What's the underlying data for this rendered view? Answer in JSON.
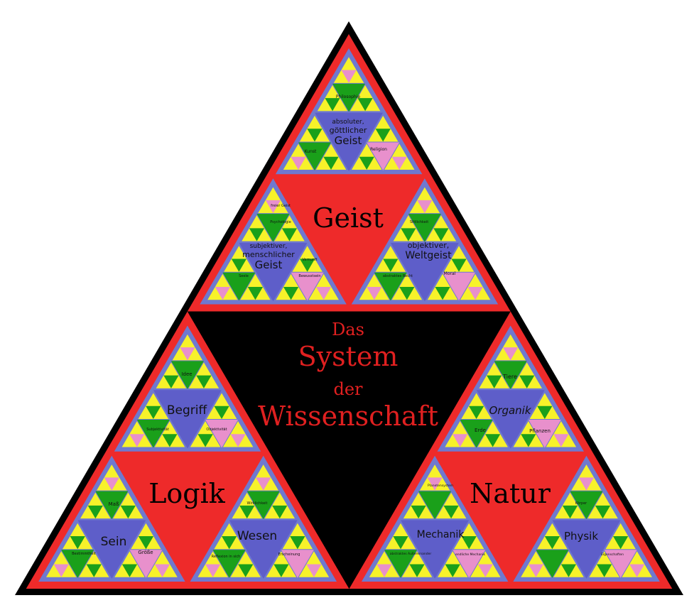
{
  "title": {
    "line1": "Das",
    "line2": "System",
    "line3": "der",
    "line4": "Wissenschaft",
    "color": "#e02020"
  },
  "sections": {
    "geist": {
      "label": "Geist",
      "top": {
        "text_lines": [
          "absoluter,",
          "göttlicher",
          "Geist"
        ],
        "children": [
          "Philosophie",
          "Kunst",
          "Religion"
        ]
      },
      "left": {
        "text_lines": [
          "subjektiver,",
          "menschlicher",
          "Geist"
        ],
        "children": [
          "freier Geist",
          "Psychologie",
          "Vernunft",
          "Seele",
          "Bewusstsein"
        ]
      },
      "right": {
        "text_lines": [
          "objektiver,",
          "Weltgeist"
        ],
        "children": [
          "Sittlichkeit",
          "abstraktes Recht",
          "Moral"
        ]
      }
    },
    "logik": {
      "label": "Logik",
      "top": {
        "text_lines": [
          "Begriff"
        ],
        "children": [
          "Idee",
          "Subjektivität",
          "Objektivität"
        ]
      },
      "left": {
        "text_lines": [
          "Sein"
        ],
        "children": [
          "Maß",
          "Bestimmtheit",
          "Größe"
        ]
      },
      "right": {
        "text_lines": [
          "Wesen"
        ],
        "children": [
          "Wirklichkeit",
          "Reflexion in sich",
          "Erscheinung"
        ]
      }
    },
    "natur": {
      "label": "Natur",
      "top": {
        "text_lines": [
          "Organik"
        ],
        "children": [
          "Tiere",
          "Erde",
          "Pflanzen"
        ]
      },
      "left": {
        "text_lines": [
          "Mechanik"
        ],
        "children": [
          "Planetensystem",
          "abstraktes Außereinander",
          "endliche Mechanik"
        ]
      },
      "right": {
        "text_lines": [
          "Physik"
        ],
        "children": [
          "Körper",
          "Eigenschaften"
        ]
      }
    }
  },
  "colors": {
    "outer": "#000000",
    "section": "#ee2a2a",
    "blue_border": "#6f79cf",
    "level_center": "#5e5ec9",
    "green": "#1aa01a",
    "yellow": "#f7f22a",
    "pink": "#e890cc",
    "text": "#000000"
  }
}
